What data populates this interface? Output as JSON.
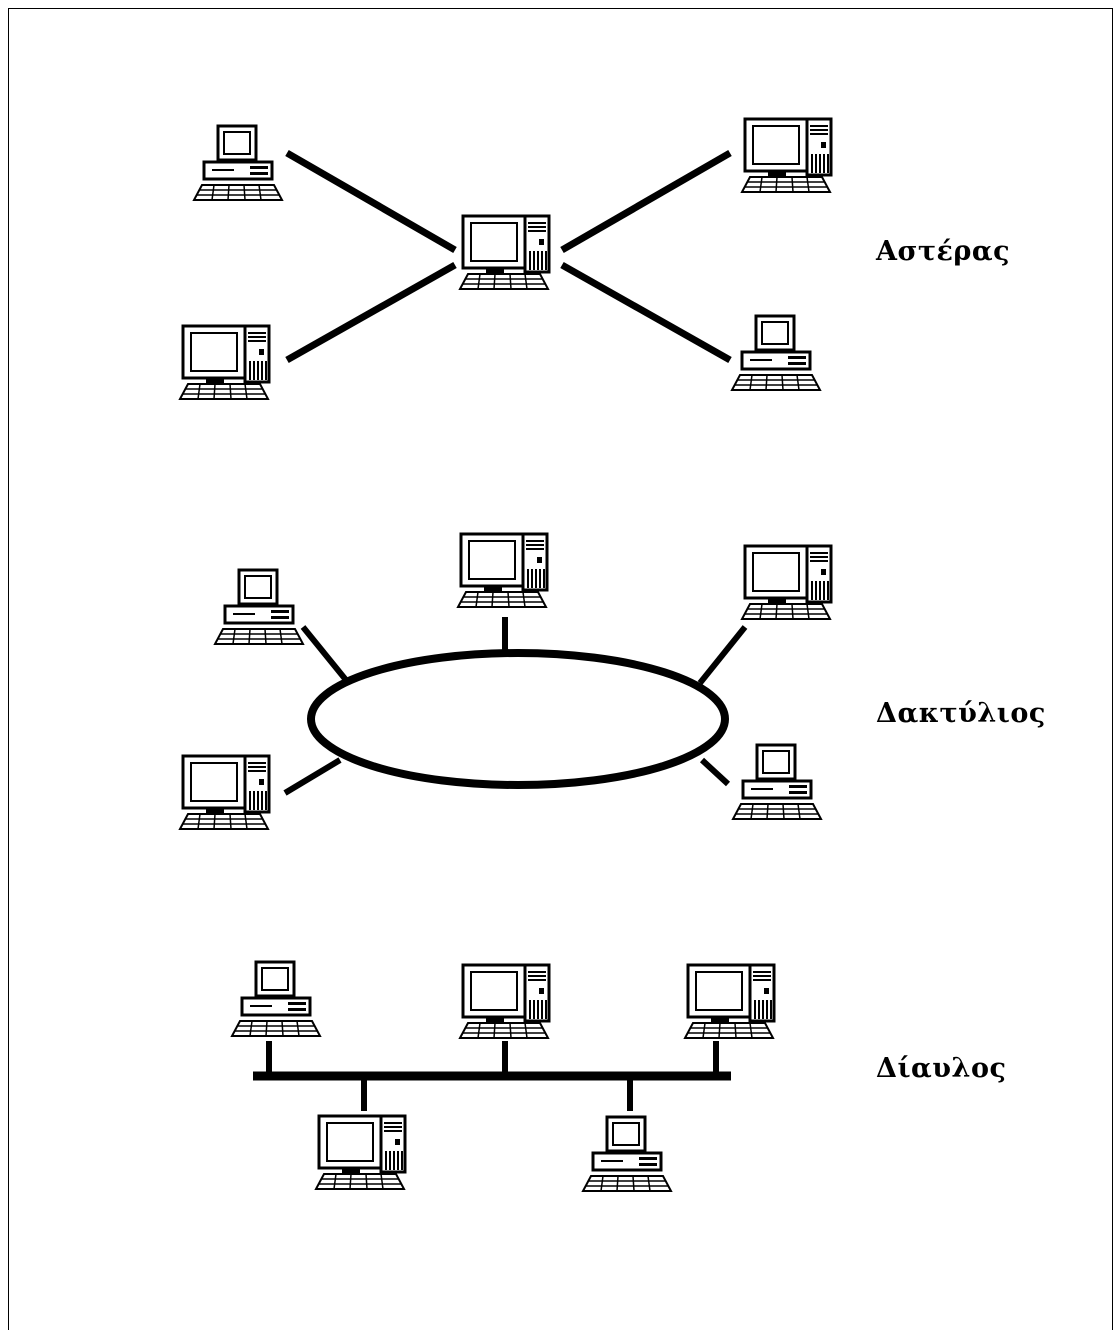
{
  "colors": {
    "line": "#000000",
    "background": "#ffffff",
    "screen": "#ffffff"
  },
  "topologies": [
    {
      "id": "star",
      "label": "Αστέρας",
      "type": "star"
    },
    {
      "id": "ring",
      "label": "Δακτύλιος",
      "type": "ring"
    },
    {
      "id": "bus",
      "label": "Δίαυλος",
      "type": "bus"
    }
  ],
  "computer_types": [
    "tower-workstation",
    "desktop-workstation"
  ]
}
